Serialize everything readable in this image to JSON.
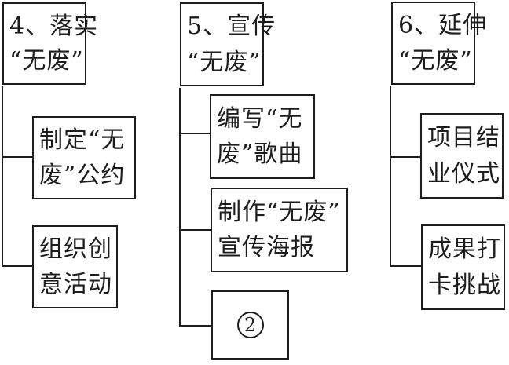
{
  "canvas": {
    "background": "#ffffff",
    "line_color": "#1d1d1d"
  },
  "diagram": {
    "groups": [
      {
        "id": "group-4",
        "header": {
          "full_text": "4、落实“无废”",
          "line1": "4、落实",
          "line2": "“无废”"
        },
        "children": [
          {
            "full_text": "制定“无废”公约",
            "line1": "制定“无",
            "line2": "废”公约"
          },
          {
            "full_text": "组织创意活动",
            "line1": "组织创",
            "line2": "意活动"
          }
        ]
      },
      {
        "id": "group-5",
        "header": {
          "full_text": "5、宣传“无废”",
          "line1": "5、宣传",
          "line2": "“无废”"
        },
        "children": [
          {
            "full_text": "编写“无废”歌曲",
            "line1": "编写“无",
            "line2": "废”歌曲"
          },
          {
            "full_text": "制作“无废”宣传海报",
            "line1": "制作“无废”",
            "line2": "宣传海报"
          },
          {
            "full_text": "②",
            "type": "circled-number",
            "value": "2"
          }
        ]
      },
      {
        "id": "group-6",
        "header": {
          "full_text": "6、延伸“无废”",
          "line1": "6、延伸",
          "line2": "“无废”"
        },
        "children": [
          {
            "full_text": "项目结业仪式",
            "line1": "项目结",
            "line2": "业仪式"
          },
          {
            "full_text": "成果打卡挑战",
            "line1": "成果打",
            "line2": "卡挑战"
          }
        ]
      }
    ]
  }
}
